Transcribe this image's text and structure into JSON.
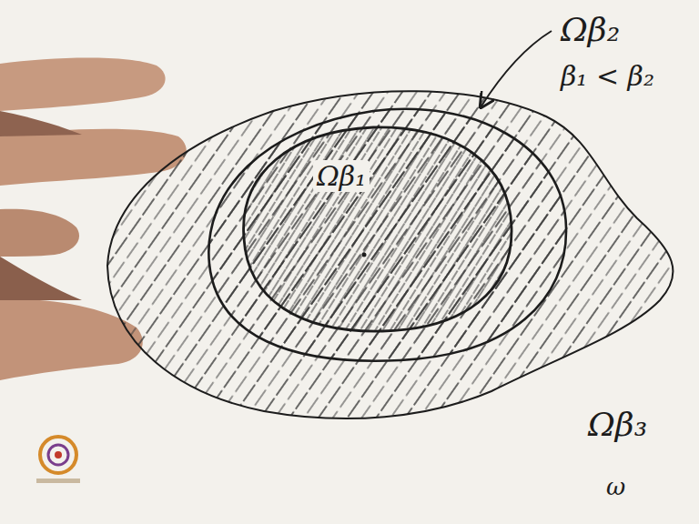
{
  "diagram": {
    "labels": [
      "Ωβ₂",
      "β₁ < β₂",
      "Ωβ₁",
      "Ωβ₃",
      "ω"
    ]
  }
}
